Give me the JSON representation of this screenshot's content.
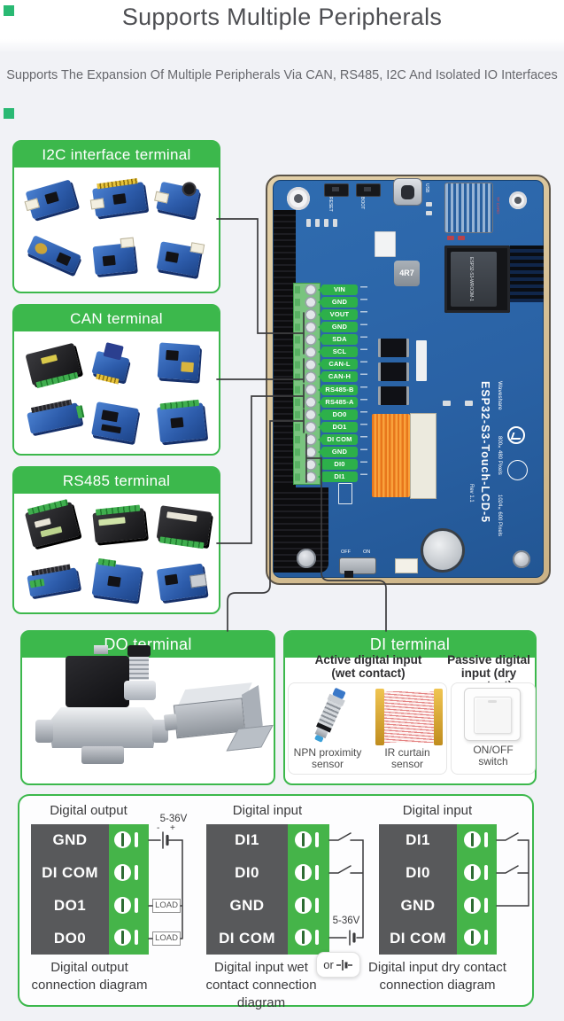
{
  "page": {
    "title": "Supports Multiple Peripherals",
    "subtitle": "Supports The Expansion Of Multiple Peripherals Via CAN, RS485, I2C And Isolated IO Interfaces"
  },
  "colors": {
    "accent_green": "#3cb84c",
    "tag_green": "#2db04a",
    "diagram_green": "#45b449",
    "diagram_gray": "#58595b",
    "board_blue": "#2a62a5",
    "frame_tan": "#d8c49c",
    "marker_teal": "#2ab973"
  },
  "peripheral_boxes": {
    "i2c": {
      "label": "I2C interface terminal"
    },
    "can": {
      "label": "CAN terminal"
    },
    "rs485": {
      "label": "RS485 terminal"
    },
    "do": {
      "label": "DO terminal"
    },
    "di": {
      "label": "DI terminal",
      "wet_heading_line1": "Active digital input",
      "wet_heading_line2": "(wet contact)",
      "dry_heading_line1": "Passive digital",
      "dry_heading_line2": "input (dry contact)",
      "npn_label_line1": "NPN proximity",
      "npn_label_line2": "sensor",
      "ir_label_line1": "IR curtain",
      "ir_label_line2": "sensor",
      "switch_label_line1": "ON/OFF",
      "switch_label_line2": "switch"
    }
  },
  "board": {
    "terminal_pins": [
      "VIN",
      "GND",
      "VOUT",
      "GND",
      "SDA",
      "SCL",
      "CAN-L",
      "CAN-H",
      "RS485-B",
      "RS485-A",
      "DO0",
      "DO1",
      "DI COM",
      "GND",
      "DI0",
      "DI1"
    ],
    "silkscreen": {
      "reset": "RESET",
      "boot": "BOOT",
      "usb": "USB",
      "tf_card": "TF CARD",
      "inductor": "4R7",
      "module": "ESP32-S3-WROOM-1",
      "brand": "Waveshare",
      "model": "ESP32-S3-Touch-LCD-5",
      "resolution_1": "800×480 Pixels",
      "resolution_2": "1024×600 Pixels",
      "rev": "Rev 1.1",
      "off": "OFF",
      "on": "ON"
    }
  },
  "diagrams": {
    "output": {
      "heading": "Digital output",
      "rows": [
        "GND",
        "DI COM",
        "DO1",
        "DO0"
      ],
      "voltage": "5-36V",
      "minus": "-",
      "plus": "+",
      "load": "LOAD",
      "caption_line1": "Digital output",
      "caption_line2": "connection diagram"
    },
    "input_wet": {
      "heading": "Digital input",
      "rows": [
        "DI1",
        "DI0",
        "GND",
        "DI COM"
      ],
      "voltage": "5-36V",
      "or_label": "or",
      "caption_line1": "Digital input wet",
      "caption_line2": "contact connection diagram"
    },
    "input_dry": {
      "heading": "Digital input",
      "rows": [
        "DI1",
        "DI0",
        "GND",
        "DI COM"
      ],
      "caption_line1": "Digital input dry contact",
      "caption_line2": "connection diagram"
    }
  }
}
